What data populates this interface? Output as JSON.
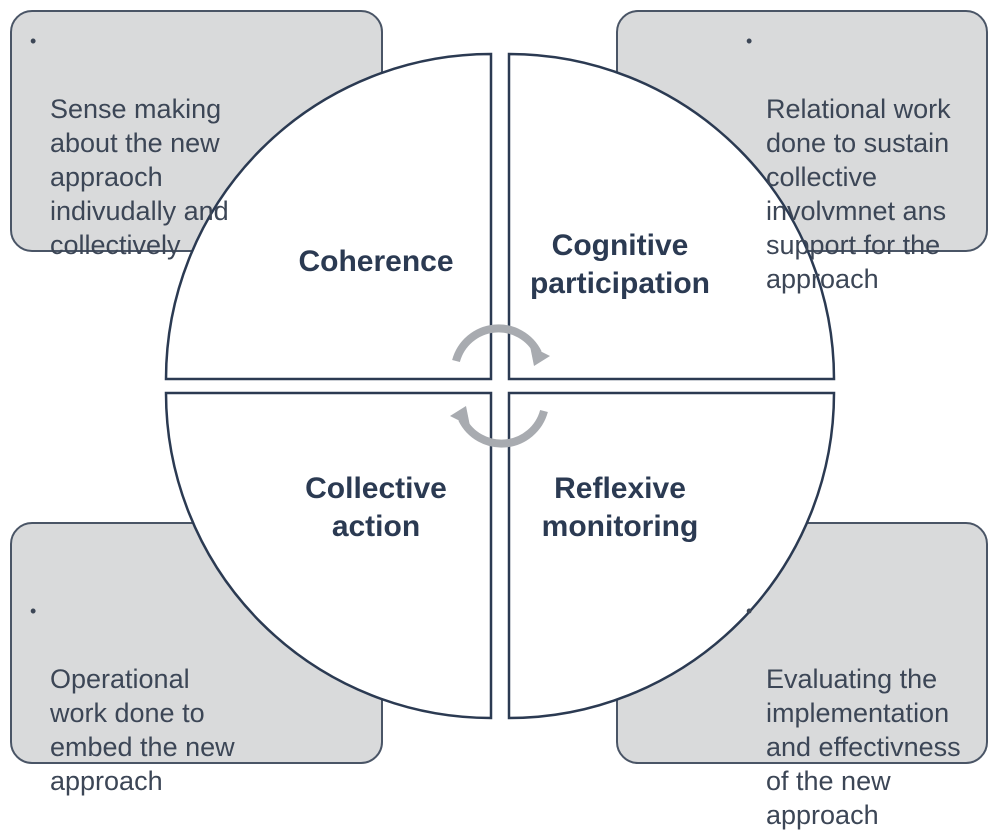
{
  "quadrants": {
    "coherence": "Coherence",
    "cognitive_participation": "Cognitive\nparticipation",
    "collective_action": "Collective\naction",
    "reflexive_monitoring": "Reflexive\nmonitoring"
  },
  "notes": {
    "top_left": "Sense making\nabout the new\nappraoch\nindivudally and\ncollectively",
    "top_right": "Relational work\ndone to sustain\ncollective\ninvolvmnet ans\nsupport for the\napproach",
    "bottom_left": "Operational\nwork done to\nembed the new\napproach",
    "bottom_right": "Evaluating the\nimplementation\nand effectivness\nof the new\napproach"
  },
  "bullet": "•",
  "colors": {
    "box_fill": "#d9dadb",
    "box_border": "#4a5566",
    "circle_border": "#2b3a52",
    "label_text": "#2b3a52",
    "cycle_arrows": "#a8abb0"
  },
  "icons": [
    "cycle-arrows-icon"
  ]
}
